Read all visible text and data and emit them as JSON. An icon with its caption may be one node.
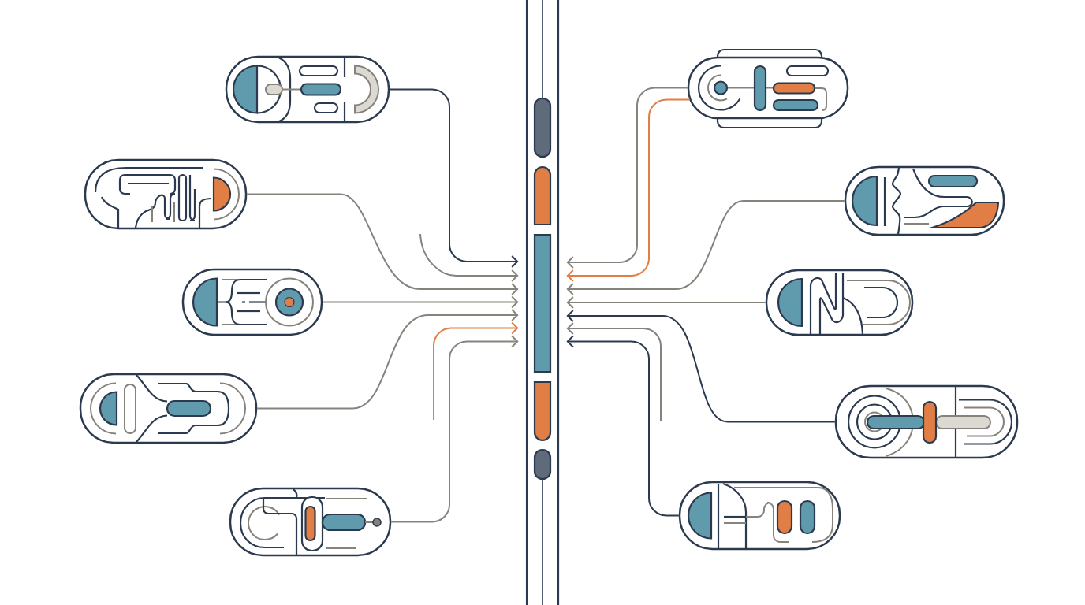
{
  "diagram": {
    "nodes": [
      {
        "text": [],
        "shape": "picture"
      },
      {
        "text": [],
        "shape": "picture"
      },
      {
        "text": [],
        "shape": "picture"
      },
      {
        "text": [],
        "shape": "picture"
      },
      {
        "text": [],
        "shape": "picture"
      },
      {
        "text": [],
        "shape": "picture"
      },
      {
        "text": [],
        "shape": "picture"
      },
      {
        "text": [],
        "shape": "picture"
      },
      {
        "text": [],
        "shape": "picture"
      },
      {
        "text": [],
        "shape": "picture"
      },
      {
        "text": [],
        "shape": "bar"
      }
    ],
    "edges": [
      {
        "from": 0,
        "to": 10,
        "arrow": "to",
        "color": "#2b3a4e"
      },
      {
        "from": null,
        "to": 10,
        "arrow": "to"
      },
      {
        "from": 1,
        "to": 10,
        "arrow": "to"
      },
      {
        "from": 2,
        "to": 10,
        "arrow": "to"
      },
      {
        "from": 3,
        "to": 10,
        "arrow": "to"
      },
      {
        "from": null,
        "to": 10,
        "arrow": "to",
        "color": "#e07e45"
      },
      {
        "from": 4,
        "to": 10,
        "arrow": "to"
      },
      {
        "from": 5,
        "to": 10,
        "arrow": "to"
      },
      {
        "from": 5,
        "to": 10,
        "arrow": "to",
        "color": "#e07e45"
      },
      {
        "from": 6,
        "to": 10,
        "arrow": "to"
      },
      {
        "from": 7,
        "to": 10,
        "arrow": "to"
      },
      {
        "from": 8,
        "to": 10,
        "arrow": "to",
        "color": "#2b3a4e"
      },
      {
        "from": null,
        "to": 10,
        "arrow": "to"
      },
      {
        "from": 9,
        "to": 10,
        "arrow": "to",
        "color": "#2b3a4e"
      }
    ]
  }
}
